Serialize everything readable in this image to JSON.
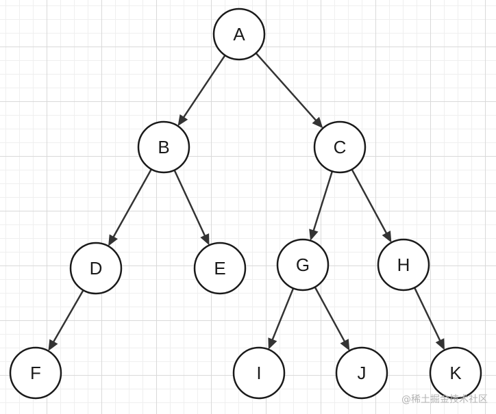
{
  "nodes": [
    {
      "id": "A",
      "label": "A"
    },
    {
      "id": "B",
      "label": "B"
    },
    {
      "id": "C",
      "label": "C"
    },
    {
      "id": "D",
      "label": "D"
    },
    {
      "id": "E",
      "label": "E"
    },
    {
      "id": "G",
      "label": "G"
    },
    {
      "id": "H",
      "label": "H"
    },
    {
      "id": "F",
      "label": "F"
    },
    {
      "id": "I",
      "label": "I"
    },
    {
      "id": "J",
      "label": "J"
    },
    {
      "id": "K",
      "label": "K"
    }
  ],
  "edges": [
    {
      "from": "A",
      "to": "B"
    },
    {
      "from": "A",
      "to": "C"
    },
    {
      "from": "B",
      "to": "D"
    },
    {
      "from": "B",
      "to": "E"
    },
    {
      "from": "C",
      "to": "G"
    },
    {
      "from": "C",
      "to": "H"
    },
    {
      "from": "D",
      "to": "F"
    },
    {
      "from": "G",
      "to": "I"
    },
    {
      "from": "G",
      "to": "J"
    },
    {
      "from": "H",
      "to": "K"
    }
  ],
  "watermark": "@稀土掘金技术社区"
}
